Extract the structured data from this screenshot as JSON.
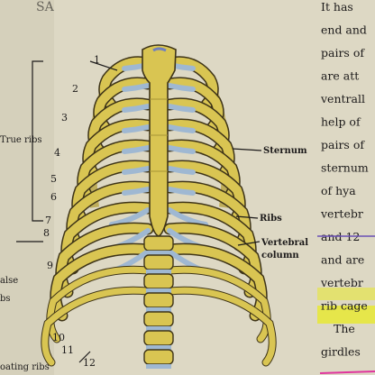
{
  "figure": {
    "rib_numbers": [
      "1",
      "2",
      "3",
      "4",
      "5",
      "6",
      "7",
      "8",
      "9",
      "10",
      "11",
      "12"
    ],
    "labels": {
      "true_ribs": "True ribs",
      "false_ribs_line1": "alse",
      "false_ribs_line2": "bs",
      "floating_ribs": "oating ribs",
      "sternum": "Sternum",
      "ribs": "Ribs",
      "vertebral_line1": "Vertebral",
      "vertebral_line2": "column"
    }
  },
  "page_text": {
    "lines": [
      "It has",
      "end and",
      "pairs of",
      "are att",
      "ventrall",
      "help of",
      "pairs of",
      "sternum",
      "of hya",
      "vertebr",
      "and 12",
      "and are",
      "vertebr",
      "rib cage",
      "The",
      "girdles"
    ],
    "top_faint": "SA"
  },
  "colors": {
    "page": "#ddd8c4",
    "bone": "#d9c552",
    "bone_outline": "#3e3418",
    "cartilage": "#9fb8d2",
    "ink": "#1c1a1a",
    "underline_purple": "#6a4fb5",
    "highlight_yellow": "#e8ea2c",
    "underline_pink": "#e0359e"
  }
}
